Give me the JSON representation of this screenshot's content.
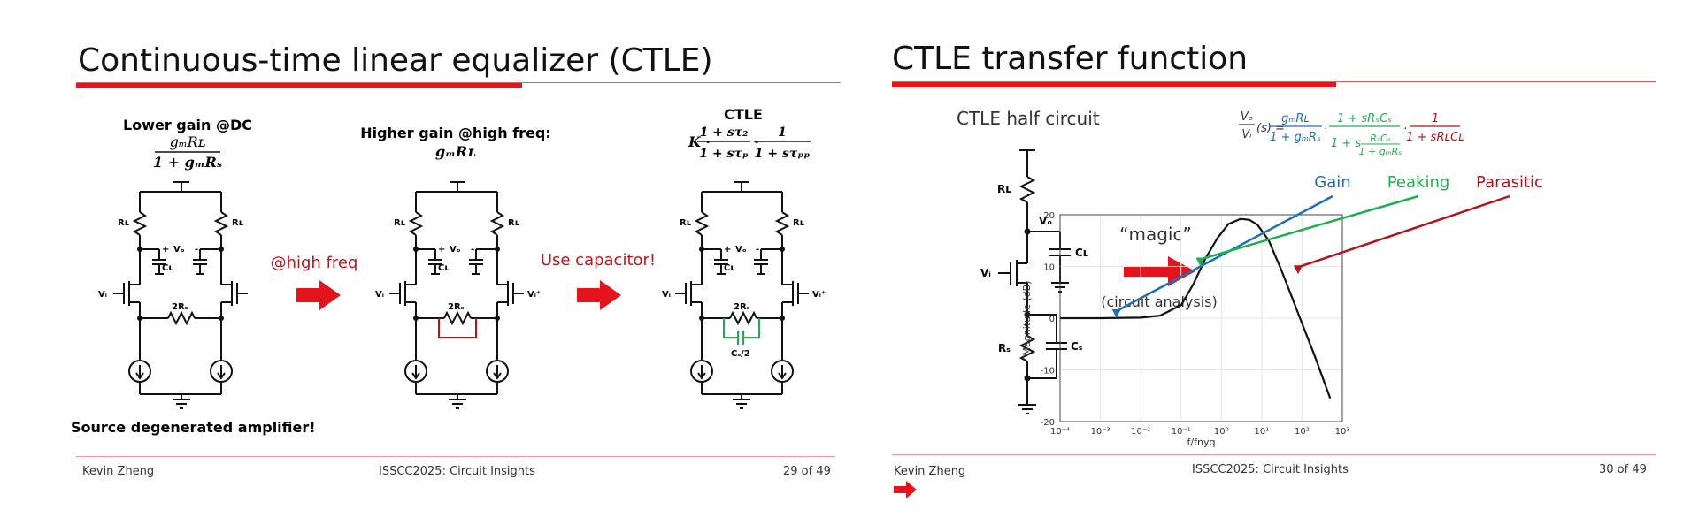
{
  "colors": {
    "accent_red": "#e3141b",
    "blue": "#1f6fb5",
    "green": "#1fae4f",
    "dark_red": "#b3131b"
  },
  "left_slide": {
    "title": "Continuous-time linear equalizer (CTLE)",
    "stage1": {
      "heading": "Lower gain @DC",
      "num": "gₘRʟ",
      "den": "1 + gₘRₛ",
      "caption": "Source degenerated amplifier!",
      "rl_label": "Rʟ",
      "cl_label": "Cʟ",
      "vo_label": "Vₒ",
      "plus": "+",
      "minus": "-",
      "vi_label": "Vᵢ",
      "rs_label": "2Rₛ"
    },
    "arrow1_label": "@high freq",
    "stage2": {
      "heading": "Higher gain @high freq:",
      "expr": "gₘRʟ",
      "rl_label": "Rʟ",
      "cl_label": "Cʟ",
      "vo_label": "Vₒ",
      "plus": "+",
      "minus": "-",
      "vi_label": "Vᵢ",
      "vi_prime_label": "Vᵢ⁺",
      "rs_label": "2Rₛ"
    },
    "arrow2_label": "Use capacitor!",
    "stage3": {
      "heading": "CTLE",
      "k": "K ·",
      "num1": "1 + sτ₂",
      "den1": "1 + sτₚ",
      "dot": "·",
      "num2": "1",
      "den2": "1 + sτₚₚ",
      "rl_label": "Rʟ",
      "cl_label": "Cʟ",
      "vo_label": "Vₒ",
      "plus": "+",
      "minus": "-",
      "vi_label": "Vᵢ",
      "vi_prime_label": "Vᵢ⁺",
      "rs_label": "2Rₛ",
      "cs_label": "Cₛ/2"
    },
    "footer": {
      "author": "Kevin Zheng",
      "event": "ISSCC2025: Circuit Insights",
      "page": "29 of 49"
    }
  },
  "right_slide": {
    "title": "CTLE transfer function",
    "half_circuit_label": "CTLE half circuit",
    "rl_label": "Rʟ",
    "vo_label": "Vₒ",
    "cl_label": "Cʟ",
    "vi_label": "Vᵢ",
    "rs_label": "Rₛ",
    "cs_label": "Cₛ",
    "magic_label": "“magic”",
    "analysis_label": "(circuit analysis)",
    "equation": {
      "lhs_num": "Vₒ",
      "lhs_den": "Vᵢ",
      "lhs_s": "(s) =",
      "f1_num": "gₘRʟ",
      "f1_den": "1 + gₘRₛ",
      "dot": "·",
      "f2_num": "1 + sRₛCₛ",
      "f2_den_a": "1 + s",
      "f2_den_num": "RₛCₛ",
      "f2_den_den": "1 + gₘRₛ",
      "f3_num": "1",
      "f3_den": "1 + sRʟCʟ"
    },
    "annotations": {
      "gain": "Gain",
      "peaking": "Peaking",
      "parasitic": "Parasitic"
    },
    "footer": {
      "author": "Kevin Zheng",
      "event": "ISSCC2025: Circuit Insights",
      "page": "30 of 49"
    }
  },
  "chart_data": {
    "type": "line",
    "title": "",
    "xlabel": "f/fnyq",
    "ylabel": "Magnitude (dB)",
    "x_scale": "log",
    "xlim": [
      0.0001,
      1000
    ],
    "ylim": [
      -20,
      20
    ],
    "x_ticks": [
      "10⁻⁴",
      "10⁻³",
      "10⁻²",
      "10⁻¹",
      "10⁰",
      "10¹",
      "10²",
      "10³"
    ],
    "y_ticks": [
      "20",
      "10",
      "0",
      "-10",
      "-20"
    ],
    "grid": true,
    "series": [
      {
        "x": [
          0.0001,
          0.001,
          0.01,
          0.03,
          0.1,
          0.2,
          0.4,
          0.8,
          1.5,
          3,
          5,
          8,
          15,
          30,
          60,
          100,
          200,
          500
        ],
        "y": [
          0,
          0,
          0.1,
          0.5,
          2.5,
          6.5,
          11.5,
          15.5,
          18.2,
          19.2,
          19.0,
          18.0,
          15.0,
          9.5,
          3.5,
          -1,
          -7,
          -15.5
        ]
      }
    ],
    "annotations": [
      {
        "label": "Gain",
        "x": 0.0025,
        "y": 0
      },
      {
        "label": "Peaking",
        "x": 0.3,
        "y": 10
      },
      {
        "label": "Parasitic",
        "x": 80,
        "y": 8.5
      }
    ]
  }
}
